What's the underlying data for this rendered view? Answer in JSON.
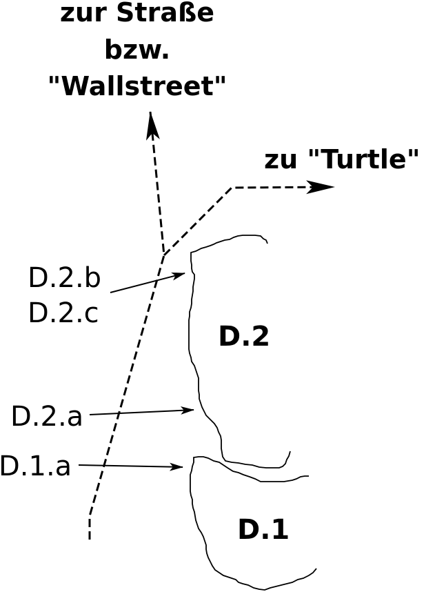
{
  "directions": {
    "street_line1": "zur Straße",
    "street_line2": "bzw.",
    "street_line3": "\"Wallstreet\"",
    "turtle": "zu \"Turtle\""
  },
  "markers": {
    "d2b": "D.2.b",
    "d2c": "D.2.c",
    "d2a": "D.2.a",
    "d1a": "D.1.a"
  },
  "areas": {
    "d2": "D.2",
    "d1": "D.1"
  },
  "colors": {
    "ink": "#000000",
    "background": "#ffffff"
  }
}
